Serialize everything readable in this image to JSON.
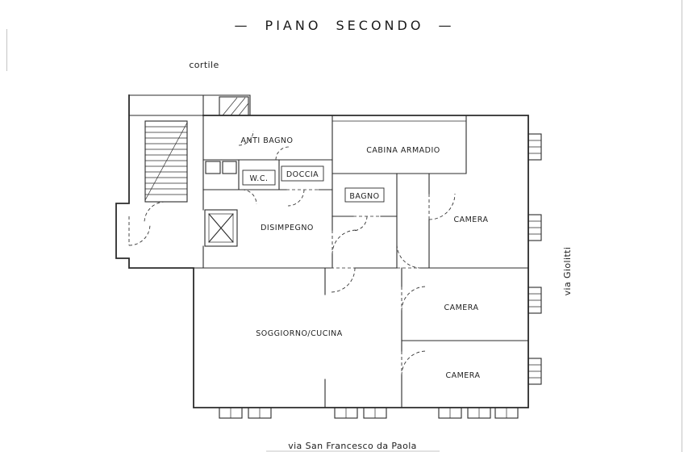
{
  "title": "— PIANO SECONDO —",
  "outside_labels": {
    "cortile": "cortile",
    "via_giolitti": "via Giolitti",
    "via_san_francesco": "via San Francesco da Paola"
  },
  "rooms": {
    "anti_bagno": "ANTI BAGNO",
    "cabina_armadio": "CABINA ARMADIO",
    "wc": "W.C.",
    "doccia": "DOCCIA",
    "bagno": "BAGNO",
    "disimpegno": "DISIMPEGNO",
    "camera_1": "CAMERA",
    "camera_2": "CAMERA",
    "camera_3": "CAMERA",
    "soggiorno_cucina": "SOGGIORNO/CUCINA"
  },
  "colors": {
    "ink": "#2b2b2b",
    "background": "#ffffff",
    "scan_artifact": "#c4c4c4"
  }
}
